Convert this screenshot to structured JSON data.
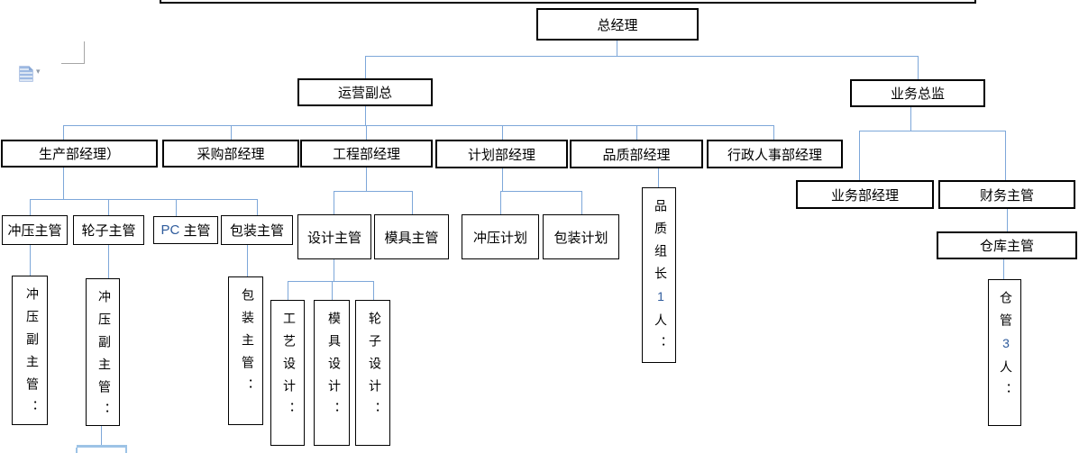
{
  "nodes": {
    "gm": "总经理",
    "ops_vp": "运营副总",
    "biz_director": "业务总监",
    "prod_mgr": "生产部经理）",
    "purchase_mgr": "采购部经理",
    "eng_mgr": "工程部经理",
    "plan_mgr": "计划部经理",
    "quality_mgr": "品质部经理",
    "admin_hr_mgr": "行政人事部经理",
    "stamping_sup": "冲压主管",
    "wheel_sup": "轮子主管",
    "pc_sup": {
      "prefix": "PC",
      "suffix": " 主管"
    },
    "packing_sup": "包装主管",
    "design_sup": "设计主管",
    "mold_sup": "模具主管",
    "stamping_plan": "冲压计划",
    "packing_plan": "包装计划",
    "qc_leader": {
      "t1": "品质组长",
      "num": "1",
      "t2": "人："
    },
    "biz_mgr": "业务部经理",
    "finance_sup": "财务主管",
    "warehouse_sup": "仓库主管",
    "stamping_deputy1": "冲压副主管：",
    "stamping_deputy2": "冲压副主管：",
    "packing_sup_v": "包装主管：",
    "craft_design": "工艺设计：",
    "mold_design": "模具设计：",
    "wheel_design": "轮子设计：",
    "warehouse_keeper": {
      "t1": "仓管",
      "num": "3",
      "t2": "人："
    }
  },
  "icons": {
    "paste_dropdown": "▾"
  },
  "colors": {
    "connector": "#7da7d9",
    "selection_highlight": "#9dc3e6",
    "box_border": "#000000",
    "accent_text": "#2e5b9c"
  }
}
